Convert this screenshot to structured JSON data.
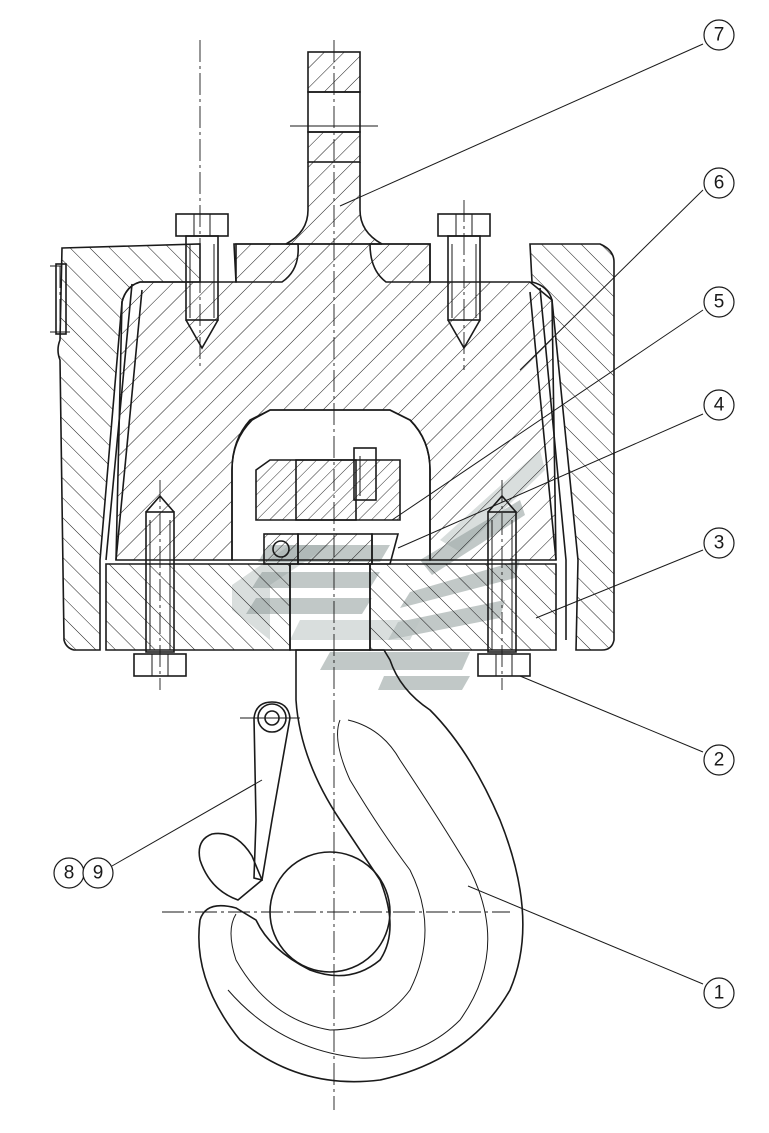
{
  "callouts": [
    {
      "id": "c1",
      "label": "1"
    },
    {
      "id": "c2",
      "label": "2"
    },
    {
      "id": "c3",
      "label": "3"
    },
    {
      "id": "c4",
      "label": "4"
    },
    {
      "id": "c5",
      "label": "5"
    },
    {
      "id": "c6",
      "label": "6"
    },
    {
      "id": "c7",
      "label": "7"
    },
    {
      "id": "c8",
      "label": "8"
    },
    {
      "id": "c9",
      "label": "9"
    }
  ],
  "colors": {
    "line": "#1a1a1a",
    "watermark": "#8e9a99",
    "background": "#ffffff"
  }
}
